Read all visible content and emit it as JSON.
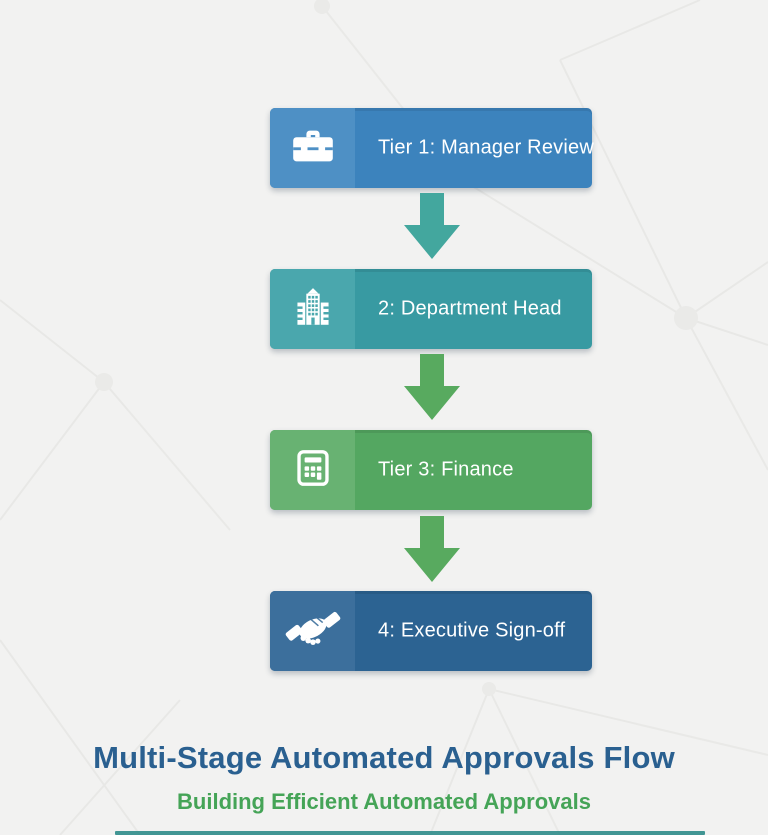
{
  "title": {
    "text": "Multi-Stage Automated Approvals Flow",
    "color": "#2a6090"
  },
  "subtitle": {
    "text": "Building Efficient Automated Approvals",
    "color": "#45a457"
  },
  "flow": {
    "stages": [
      {
        "label": "Tier 1: Manager Review",
        "icon": "briefcase-icon",
        "color": "#3c83bd",
        "icon_panel_color": "#4e90c5"
      },
      {
        "label": "2: Department Head",
        "icon": "building-icon",
        "color": "#389aa2",
        "icon_panel_color": "#4aa7ad"
      },
      {
        "label": "Tier 3: Finance",
        "icon": "calculator-icon",
        "color": "#54a761",
        "icon_panel_color": "#68b272"
      },
      {
        "label": "4: Executive Sign-off",
        "icon": "handshake-icon",
        "color": "#2c6392",
        "icon_panel_color": "#3c6f9c"
      }
    ],
    "arrows": [
      {
        "color": "#43a79e"
      },
      {
        "color": "#58aa5f"
      },
      {
        "color": "#58aa5f"
      }
    ]
  },
  "background": {
    "color": "#f2f2f1",
    "pattern": "faint-network",
    "bottom_bar_color": "#2f8c8a"
  }
}
